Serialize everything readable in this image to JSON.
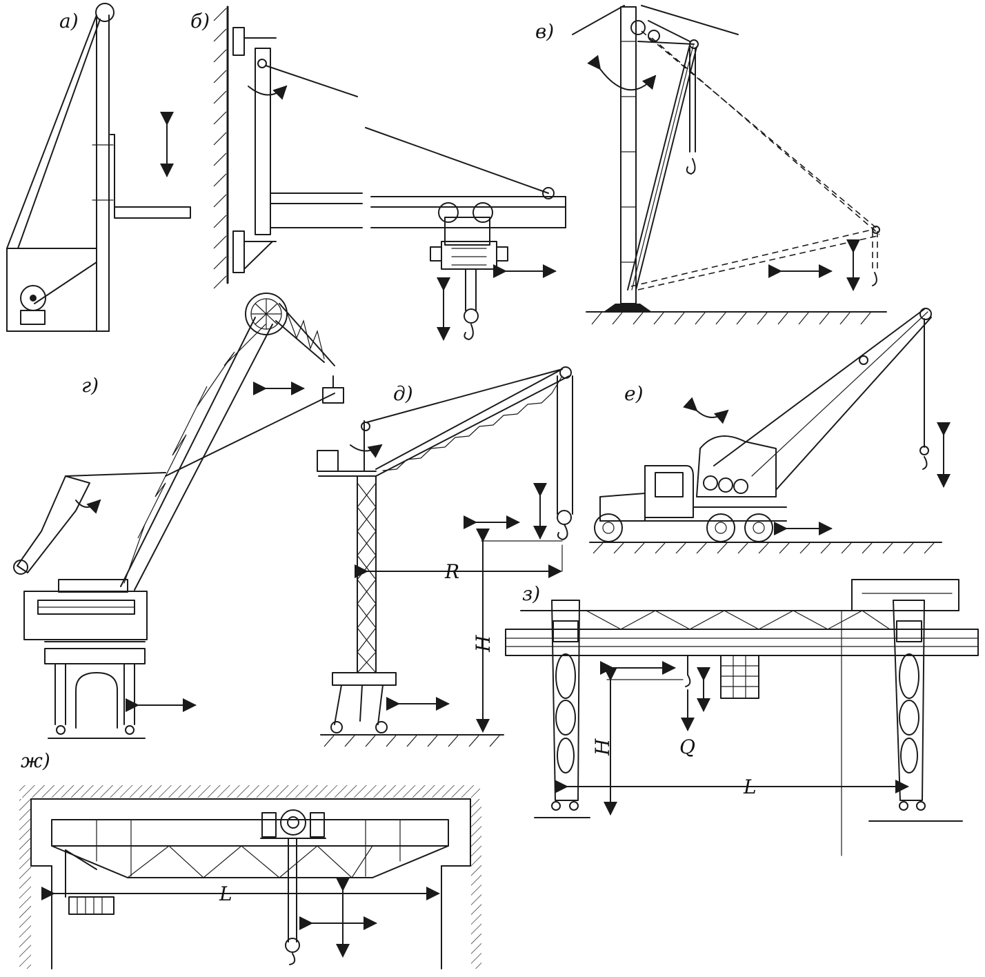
{
  "panels": {
    "a": {
      "label": "а)"
    },
    "b": {
      "label": "б)"
    },
    "v": {
      "label": "в)"
    },
    "g": {
      "label": "г)"
    },
    "d": {
      "label": "д)",
      "reach_label": "R",
      "height_label": "H"
    },
    "e": {
      "label": "е)"
    },
    "z": {
      "label": "з)",
      "height_label": "H",
      "load_label": "Q",
      "span_label": "L"
    },
    "zh": {
      "label": "ж)",
      "span_label": "L"
    }
  }
}
